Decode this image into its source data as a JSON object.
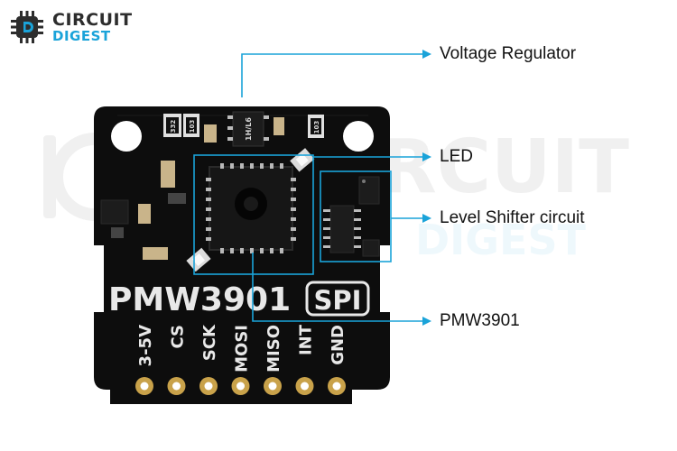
{
  "logo": {
    "line1": "CIRCUIT",
    "line2": "DIGEST"
  },
  "colors": {
    "accent": "#1aa3d9",
    "board": "#0d0d0d",
    "silkscreen": "#e8e8e8",
    "pad_gold": "#c9a24a"
  },
  "callouts": [
    {
      "label": "Voltage Regulator"
    },
    {
      "label": "LED"
    },
    {
      "label": "Level Shifter circuit"
    },
    {
      "label": "PMW3901"
    }
  ],
  "board": {
    "title": "PMW3901",
    "badge": "SPI",
    "pins": [
      "3-5V",
      "CS",
      "SCK",
      "MOSI",
      "MISO",
      "INT",
      "GND"
    ],
    "component_marks": {
      "resistor_left": "332",
      "resistor_mid": "103",
      "regulator": "1H/L6",
      "resistor_right": "103"
    }
  },
  "watermark": {
    "line1": "CIRCUIT",
    "line2": "DIGEST"
  }
}
